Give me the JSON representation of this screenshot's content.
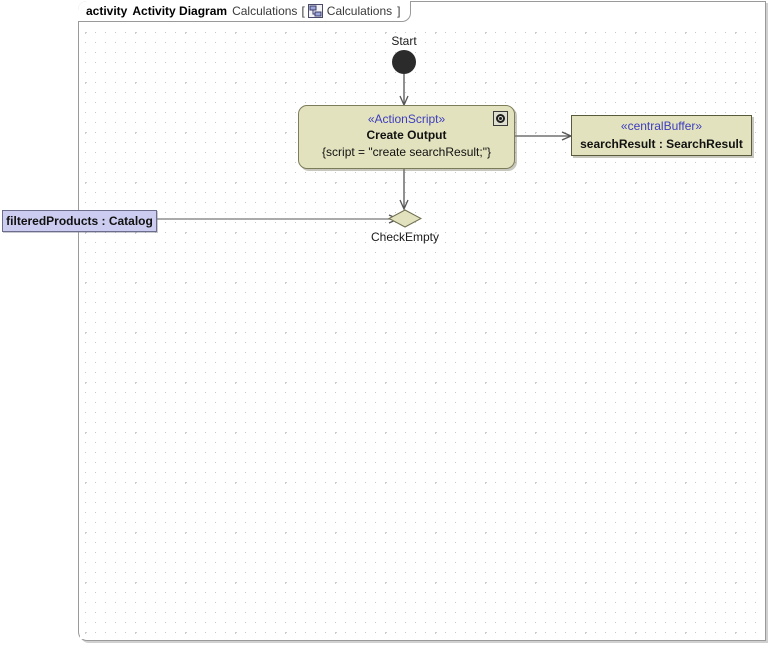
{
  "frame": {
    "keyword": "activity",
    "diagram_type": "Activity Diagram",
    "diagram_name": "Calculations",
    "bracket_open": "[",
    "bracket_close": "]",
    "reference_name": "Calculations",
    "reference_icon": "diagram-icon"
  },
  "nodes": {
    "start": {
      "label": "Start",
      "shape": "filled-circle",
      "color": "#2b2b2b"
    },
    "action": {
      "stereotype": "«ActionScript»",
      "name": "Create Output",
      "body": "{script = \"create searchResult;\"}",
      "icon": "script-marker-icon",
      "fill": "#e2e2be",
      "stereotype_color": "#3d3dbe"
    },
    "central_buffer": {
      "stereotype": "«centralBuffer»",
      "name": "searchResult : SearchResult",
      "fill": "#e2e2be",
      "stereotype_color": "#3d3dbe"
    },
    "filtered_products": {
      "label": "filteredProducts : Catalog",
      "fill": "#ccccf0"
    },
    "decision": {
      "label": "CheckEmpty",
      "shape": "diamond",
      "fill": "#e2e2be"
    }
  },
  "edges": [
    {
      "name": "start-to-action",
      "from": "start",
      "to": "action"
    },
    {
      "name": "action-to-central-buffer",
      "from": "action",
      "to": "central_buffer"
    },
    {
      "name": "action-to-decision",
      "from": "action",
      "to": "decision"
    },
    {
      "name": "filtered-products-to-decision",
      "from": "filtered_products",
      "to": "decision"
    }
  ],
  "canvas": {
    "grid": "dotted",
    "background": "#ffffff"
  }
}
